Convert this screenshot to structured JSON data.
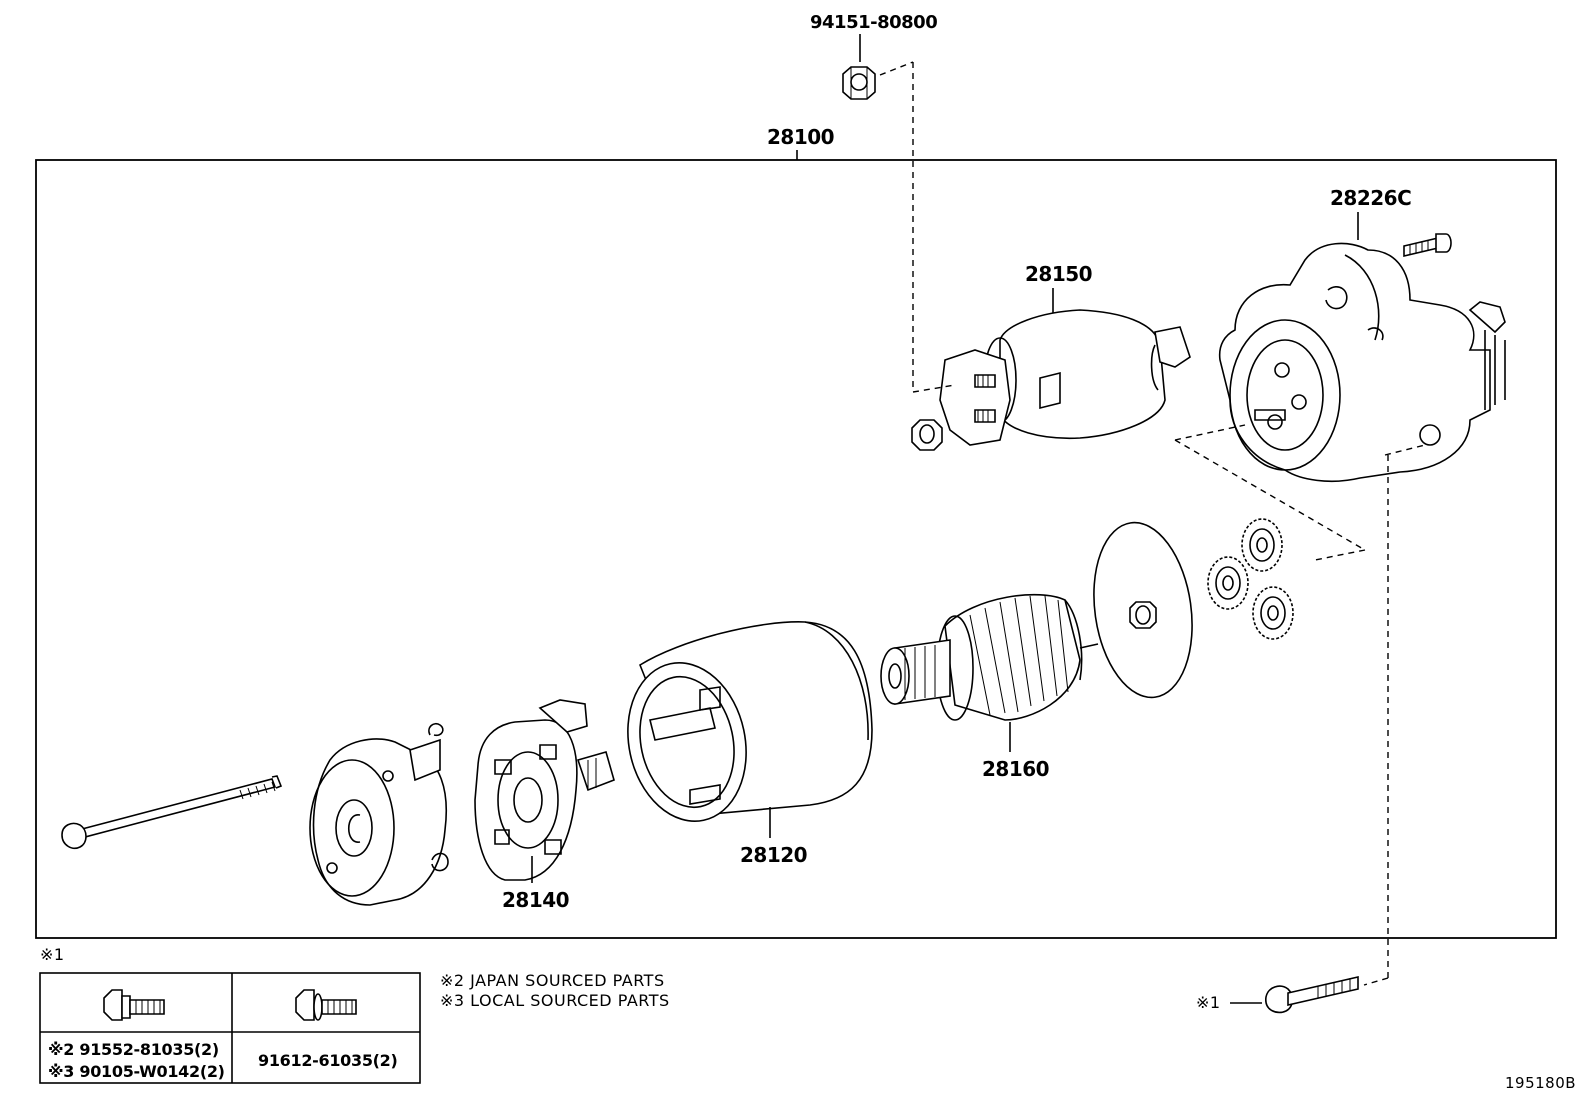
{
  "parts": {
    "nut_top": "94151-80800",
    "assembly": "28100",
    "housing": "28226C",
    "solenoid": "28150",
    "armature": "28160",
    "yoke": "28120",
    "brush_holder": "28140"
  },
  "notes": {
    "note1_mark": "※1",
    "note1_callout": "※1",
    "note2": "※2 JAPAN SOURCED PARTS",
    "note3": "※3 LOCAL SOURCED PARTS"
  },
  "table": {
    "col1_line1": "※2 91552-81035(2)",
    "col1_line2": "※3 90105-W0142(2)",
    "col2_line1": "91612-61035(2)"
  },
  "figure_id": "195180B"
}
